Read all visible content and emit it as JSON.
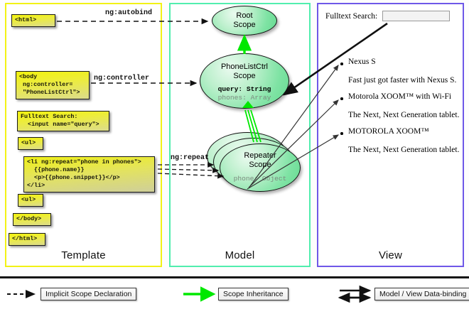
{
  "columns": [
    {
      "key": "template",
      "title": "Template",
      "border_color": "#f2f215"
    },
    {
      "key": "model",
      "title": "Model",
      "border_color": "#51eeae"
    },
    {
      "key": "view",
      "title": "View",
      "border_color": "#6e58e8"
    }
  ],
  "template": {
    "boxes": [
      {
        "name": "html-open-box",
        "text": "<html>"
      },
      {
        "name": "body-box",
        "text": "<body\n ng:controller=\n \"PhoneListCtrl\">"
      },
      {
        "name": "search-box",
        "text": "Fulltext Search:\n  <input name=\"query\">"
      },
      {
        "name": "ul-open-box",
        "text": "<ul>"
      },
      {
        "name": "li-repeat-box",
        "text": "<li ng:repeat=\"phone in phones\">\n  {{phone.name}}\n  <p>{{phone.snippet}}</p>\n</li>"
      },
      {
        "name": "ul-close-box",
        "text": "<ul>"
      },
      {
        "name": "body-close-box",
        "text": "</body>"
      },
      {
        "name": "html-close-box",
        "text": "</html>"
      }
    ]
  },
  "model": {
    "scopes": [
      {
        "name": "root-scope",
        "title": "Root\nScope",
        "props": []
      },
      {
        "name": "phonelistctrl-scope",
        "title": "PhoneListCtrl\nScope",
        "props": [
          {
            "text": "query: String",
            "emphasis": "strong"
          },
          {
            "text": "phones: Array",
            "emphasis": "dim"
          }
        ]
      },
      {
        "name": "repeater-scope",
        "title": "Repeater\nScope",
        "props": [
          {
            "text": "phone: Object",
            "emphasis": "dim"
          }
        ]
      }
    ]
  },
  "view": {
    "search_label": "Fulltext Search:",
    "search_value": "",
    "items": [
      {
        "name": "Nexus S",
        "snippet": "Fast just got faster with Nexus S."
      },
      {
        "name": "Motorola XOOM™  with Wi-Fi",
        "snippet": "The Next, Next Generation tablet."
      },
      {
        "name": "MOTOROLA XOOM™",
        "snippet": "The Next, Next Generation tablet."
      }
    ]
  },
  "edges": [
    {
      "name": "ng-autobind-edge",
      "label": "ng:autobind"
    },
    {
      "name": "ng-controller-edge",
      "label": "ng:controller"
    },
    {
      "name": "ng-repeat-edge",
      "label": "ng:repeat"
    }
  ],
  "legend": [
    {
      "name": "legend-implicit-scope",
      "label": "Implicit Scope Declaration",
      "marker": "dashed-arrow",
      "color": "#111111"
    },
    {
      "name": "legend-inheritance",
      "label": "Scope Inheritance",
      "marker": "green-arrow",
      "color": "#00e800"
    },
    {
      "name": "legend-data-binding",
      "label": "Model / View Data-binding",
      "marker": "double-arrow",
      "color": "#111111"
    }
  ]
}
